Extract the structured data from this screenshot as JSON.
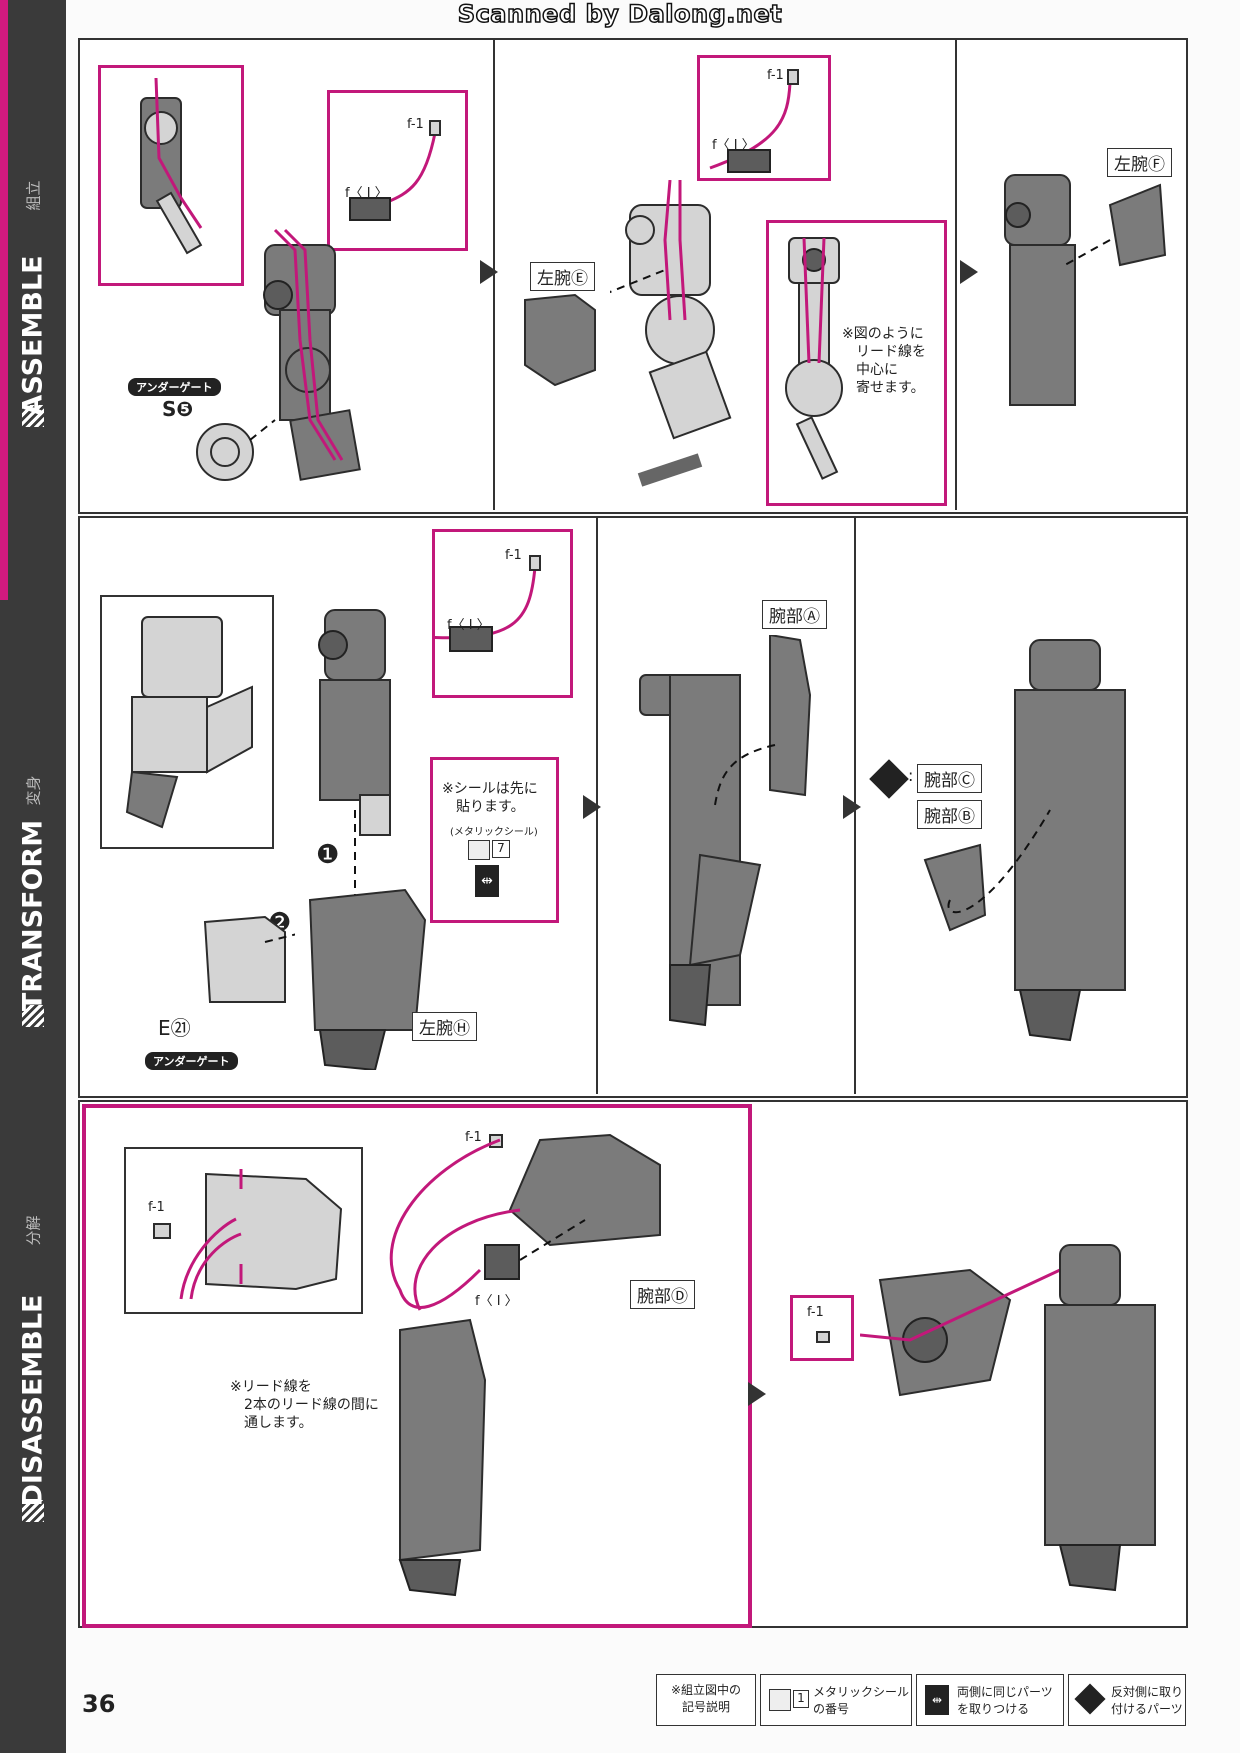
{
  "watermark": "Scanned by Dalong.net",
  "sidebar": {
    "assemble": "ASSEMBLE",
    "assemble_jp": "組立",
    "transform": "TRANSFORM",
    "transform_jp": "変身",
    "disassemble": "DISASSEMBLE",
    "disassemble_jp": "分解"
  },
  "page_number": "36",
  "row1": {
    "wire_end": "f-1",
    "connector": "f〈 I 〉",
    "gate_label": "アンダーゲート",
    "part_s5": "S❺",
    "left_arm_e": "左腕Ⓔ",
    "left_arm_f": "左腕Ⓕ",
    "note_lines": [
      "※図のように",
      "リード線を",
      "中心に",
      "寄せます。"
    ]
  },
  "row2": {
    "wire_end": "f-1",
    "connector": "f〈 I 〉",
    "step1": "❶",
    "step2": "❷",
    "sticker_note": [
      "※シールは先に",
      "貼ります。"
    ],
    "metallic_label": "(メタリックシール)",
    "sticker_num": "7",
    "part_e21": "E㉑",
    "gate_label": "アンダーゲート",
    "left_arm_h": "左腕Ⓗ",
    "arm_a": "腕部Ⓐ",
    "arm_c": "腕部Ⓒ",
    "arm_b": "腕部Ⓑ",
    "colon": ":"
  },
  "row3": {
    "wire_end_top": "f-1",
    "wire_end_inset": "f-1",
    "connector": "f〈 I 〉",
    "arm_d": "腕部Ⓓ",
    "note_lines": [
      "※リード線を",
      "2本のリード線の間に",
      "通します。"
    ],
    "wire_end_right": "f-1"
  },
  "legend": {
    "title_lines": [
      "※組立図中の",
      "記号説明"
    ],
    "metallic_num": "1",
    "metallic_lines": [
      "メタリックシール",
      "の番号"
    ],
    "both_lines": [
      "両側に同じパーツ",
      "を取りつける"
    ],
    "opposite_lines": [
      "反対側に取り",
      "付けるパーツ"
    ]
  },
  "colors": {
    "accent": "#c2187a",
    "sidebar": "#3a3a3a",
    "part": "#7b7b7b"
  }
}
